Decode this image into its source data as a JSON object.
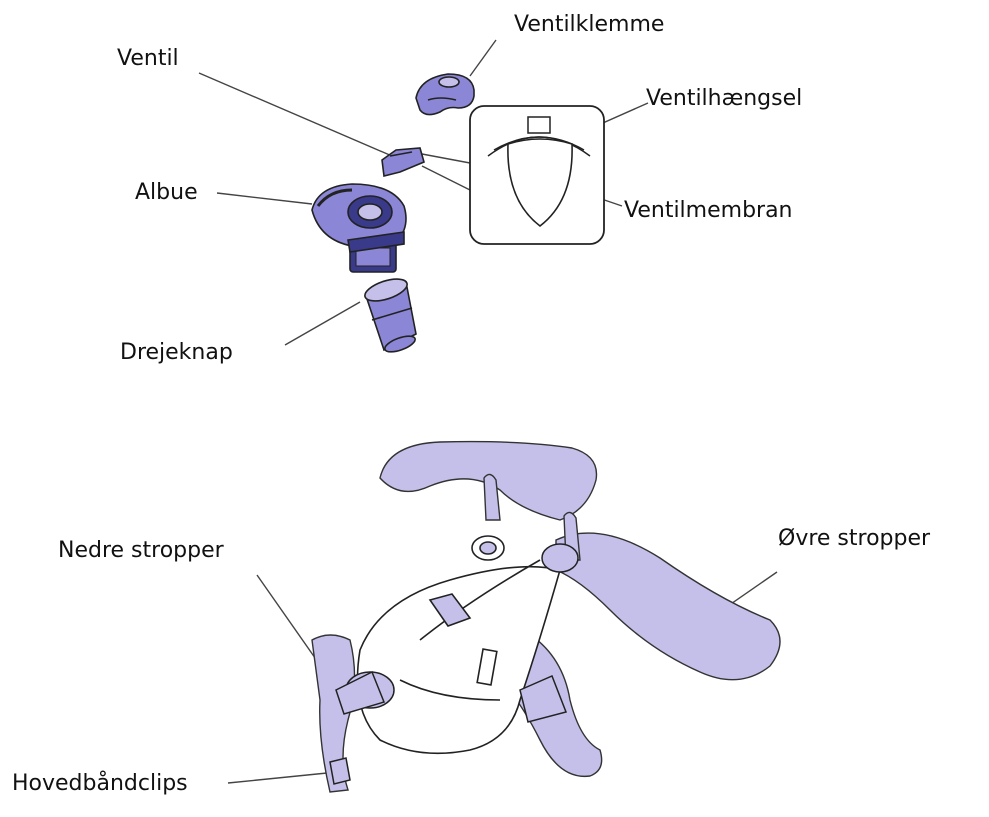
{
  "labels": {
    "ventilklemme": "Ventilklemme",
    "ventil": "Ventil",
    "ventilhaengsel": "Ventilhængsel",
    "albue": "Albue",
    "ventilmembran": "Ventilmembran",
    "drejeknap": "Drejeknap",
    "nedre_stropper": "Nedre stropper",
    "oevre_stropper": "Øvre stropper",
    "hovedbaandclips": "Hovedbåndclips"
  },
  "colors": {
    "part_fill": "#8b86d6",
    "part_dark": "#3a3a8a",
    "strap_fill": "#c4c0ea",
    "outline": "#222222",
    "leader": "#444444"
  }
}
